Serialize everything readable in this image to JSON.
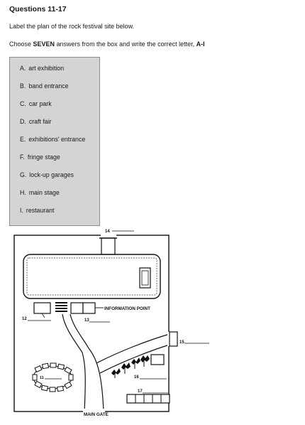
{
  "question_heading": "Questions 11-17",
  "instruction_line1": "Label the plan of the rock festival site below.",
  "instruction_line2": {
    "before": "Choose ",
    "bold": "SEVEN",
    "after": " answers from the box and write the correct letter, ",
    "range": "A-I"
  },
  "options": [
    {
      "letter": "A.",
      "text": "art exhibition"
    },
    {
      "letter": "B.",
      "text": "band entrance"
    },
    {
      "letter": "C.",
      "text": "car park"
    },
    {
      "letter": "D.",
      "text": "craft fair"
    },
    {
      "letter": "E.",
      "text": "exhibitions' entrance"
    },
    {
      "letter": "F.",
      "text": "fringe stage"
    },
    {
      "letter": "G.",
      "text": "lock-up garages"
    },
    {
      "letter": "H.",
      "text": "main stage"
    },
    {
      "letter": "I.",
      "text": "restaurant"
    }
  ],
  "plan": {
    "label_information_point": "INFORMATION POINT",
    "label_main_gate": "MAIN GATE",
    "question_numbers": [
      "11",
      "12",
      "13",
      "14",
      "15",
      "16",
      "17"
    ]
  }
}
